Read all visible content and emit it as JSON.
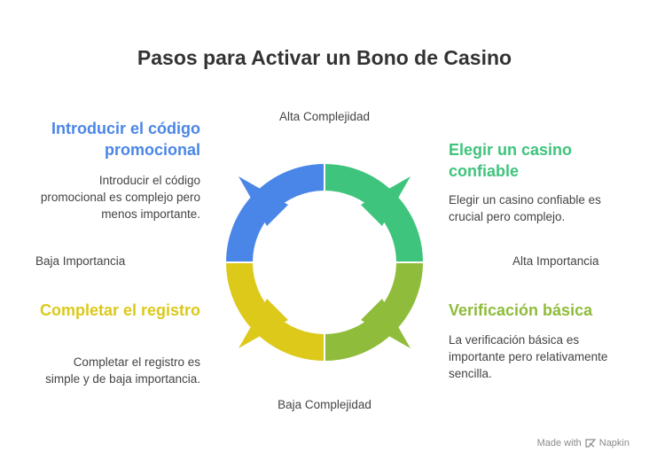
{
  "title": "Pasos para Activar un Bono de Casino",
  "axes": {
    "top": "Alta Complejidad",
    "bottom": "Baja Complejidad",
    "left": "Baja Importancia",
    "right": "Alta Importancia"
  },
  "quadrants": {
    "top_left": {
      "title": "Introducir el código promocional",
      "description": "Introducir el código promocional es complejo pero menos importante.",
      "color": "#4a86e8"
    },
    "top_right": {
      "title": "Elegir un casino confiable",
      "description": "Elegir un casino confiable es crucial pero complejo.",
      "color": "#3ec47c"
    },
    "bottom_left": {
      "title": "Completar el registro",
      "description": "Completar el registro es simple y de baja importancia.",
      "color": "#dcc91a"
    },
    "bottom_right": {
      "title": "Verificación básica",
      "description": "La verificación básica es importante pero relativamente sencilla.",
      "color": "#8fbc3a"
    }
  },
  "footer": {
    "label": "Made with",
    "brand": "Napkin"
  }
}
